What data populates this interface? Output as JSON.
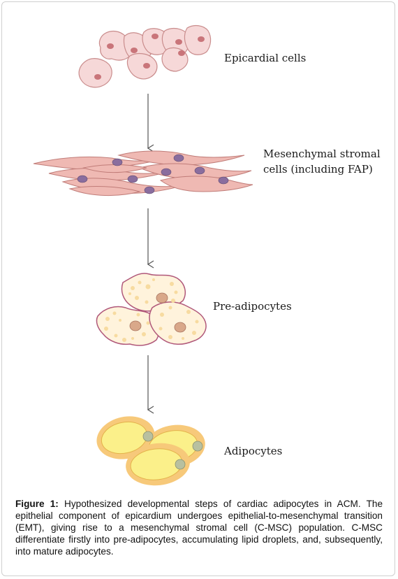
{
  "diagram": {
    "stages": [
      {
        "id": "epicardial",
        "label": "Epicardial cells"
      },
      {
        "id": "mesenchymal",
        "label_line1": "Mesenchymal stromal",
        "label_line2": "cells (including FAP)"
      },
      {
        "id": "preadipocytes",
        "label": "Pre-adipocytes"
      },
      {
        "id": "adipocytes",
        "label": "Adipocytes"
      }
    ],
    "colors": {
      "epicardial_fill": "#f6d8d8",
      "epicardial_stroke": "#c98c8c",
      "epicardial_nucleus": "#c9757a",
      "stromal_fill": "#efb9b3",
      "stromal_stroke": "#c07c78",
      "stromal_nucleus": "#8a6d9e",
      "pre_fill": "#fff3dc",
      "pre_stroke": "#b0587a",
      "pre_droplet": "#f7dba0",
      "pre_nucleus": "#d9a88a",
      "adipo_outer": "#f7c97a",
      "adipo_inner": "#fbf08a",
      "adipo_nucleus": "#b8c0a0",
      "arrow": "#555555"
    }
  },
  "caption": {
    "label": "Figure 1:",
    "text": " Hypothesized developmental steps of cardiac adipocytes in ACM. The epithelial component of epicardium undergoes epithelial-to-mesenchymal transition (EMT), giving rise to a mesenchymal stromal cell (C-MSC) population. C-MSC differentiate firstly into pre-adipocytes, accumulating lipid droplets, and, subsequently, into mature adipocytes."
  }
}
